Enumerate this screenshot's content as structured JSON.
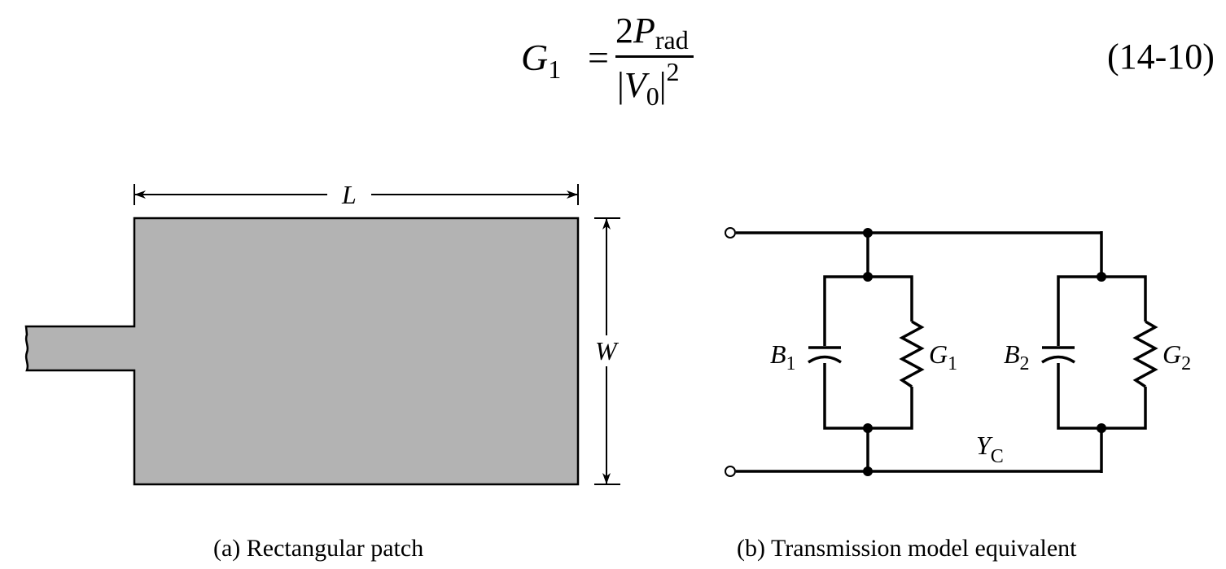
{
  "equation": {
    "lhs_symbol": "G",
    "lhs_subscript": "1",
    "equals": "=",
    "numerator_coefficient": "2",
    "numerator_symbol": "P",
    "numerator_subscript": "rad",
    "denominator_open": "|",
    "denominator_symbol": "V",
    "denominator_subscript": "0",
    "denominator_close": "|",
    "denominator_exponent": "2",
    "number": "(14-10)"
  },
  "patch_figure": {
    "length_label": "L",
    "width_label": "W",
    "caption": "(a) Rectangular patch",
    "fill_color": "#b3b3b3"
  },
  "circuit_figure": {
    "slot1": {
      "susceptance_label": "B",
      "susceptance_subscript": "1",
      "conductance_label": "G",
      "conductance_subscript": "1"
    },
    "slot2": {
      "susceptance_label": "B",
      "susceptance_subscript": "2",
      "conductance_label": "G",
      "conductance_subscript": "2"
    },
    "line_admittance_label": "Y",
    "line_admittance_subscript": "C",
    "caption": "(b) Transmission model equivalent"
  }
}
